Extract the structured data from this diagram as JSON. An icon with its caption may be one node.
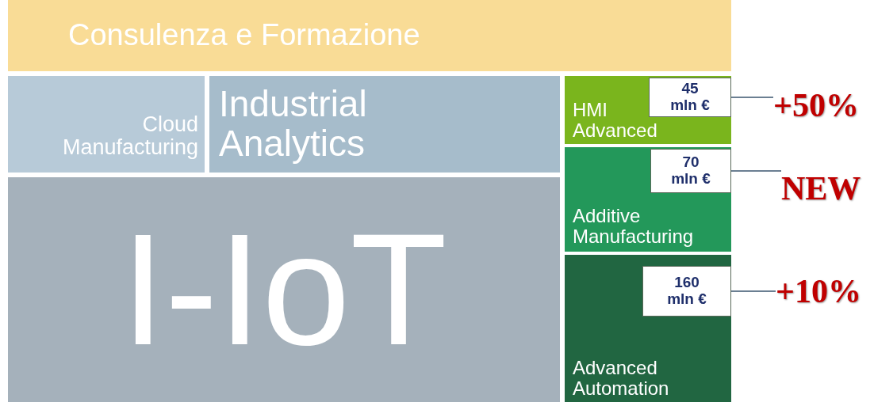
{
  "diagram": {
    "nodes": [
      {
        "text": [
          "Consulenza e Formazione"
        ]
      },
      {
        "text": [
          "Cloud Manufacturing"
        ]
      },
      {
        "text": [
          "Industrial Analytics"
        ]
      },
      {
        "text": [
          "I-IoT"
        ]
      },
      {
        "text": [
          "HMI Advanced"
        ]
      },
      {
        "text": [
          "45 mln €"
        ],
        "in": 4
      },
      {
        "text": [
          "+50%"
        ]
      },
      {
        "text": [
          "Additive Manufacturing"
        ]
      },
      {
        "text": [
          "70 mln €"
        ],
        "in": 7
      },
      {
        "text": [
          "NEW"
        ]
      },
      {
        "text": [
          "Advanced Automation"
        ]
      },
      {
        "text": [
          "160 mln €"
        ],
        "in": 10
      },
      {
        "text": [
          "+10%"
        ]
      }
    ],
    "edges": [
      {
        "from": 5,
        "to": 6,
        "arrow": "none"
      },
      {
        "from": 8,
        "to": 9,
        "arrow": "none"
      },
      {
        "from": 11,
        "to": 12,
        "arrow": "none"
      }
    ]
  }
}
